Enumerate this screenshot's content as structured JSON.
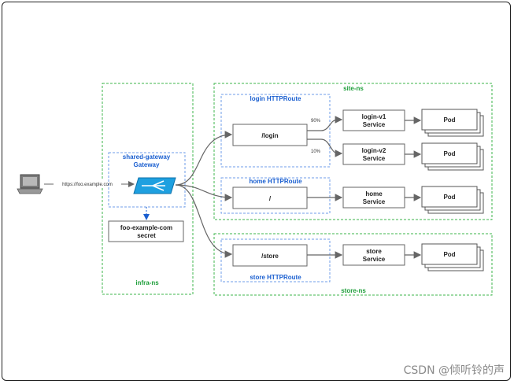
{
  "namespaces": {
    "infra": "infra-ns",
    "site": "site-ns",
    "store": "store-ns"
  },
  "client": {
    "url": "https://foo.example.com"
  },
  "gateway": {
    "line1": "shared-gateway",
    "line2": "Gateway"
  },
  "secret": {
    "line1": "foo-example-com",
    "line2": "secret"
  },
  "routes": {
    "login": {
      "title": "login HTTPRoute",
      "path": "/login",
      "split_top": "90%",
      "split_bottom": "10%"
    },
    "home": {
      "title": "home HTTPRoute",
      "path": "/"
    },
    "store": {
      "title": "store HTTPRoute",
      "path": "/store"
    }
  },
  "services": {
    "login_v1": {
      "line1": "login-v1",
      "line2": "Service"
    },
    "login_v2": {
      "line1": "login-v2",
      "line2": "Service"
    },
    "home": {
      "line1": "home",
      "line2": "Service"
    },
    "store": {
      "line1": "store",
      "line2": "Service"
    }
  },
  "pods": {
    "label": "Pod"
  },
  "watermark": "CSDN @倾听铃的声",
  "colors": {
    "namespace_border": "#3cb44b",
    "route_border": "#6f9ee8",
    "gateway_fill": "#1ea0e0",
    "box_border": "#666666",
    "arrow": "#666666"
  }
}
